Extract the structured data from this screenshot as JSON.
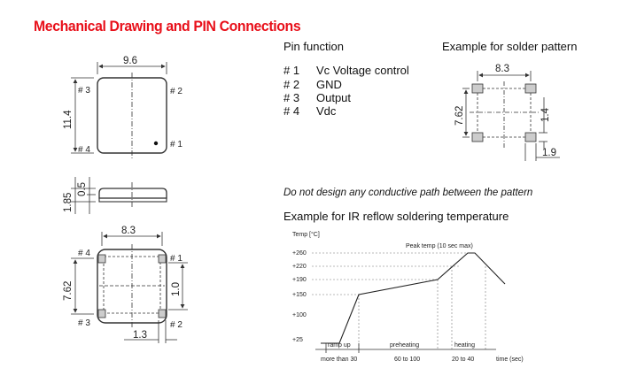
{
  "title": "Mechanical Drawing and PIN Connections",
  "pin_function": {
    "heading": "Pin function",
    "pins": [
      {
        "num": "# 1",
        "label": "Vc Voltage control"
      },
      {
        "num": "# 2",
        "label": "GND"
      },
      {
        "num": "# 3",
        "label": "Output"
      },
      {
        "num": "# 4",
        "label": "Vdc"
      }
    ]
  },
  "solder_pattern": {
    "heading": "Example for solder pattern",
    "width": "8.3",
    "height": "7.62",
    "pad_h": "1.4",
    "pad_w": "1.9"
  },
  "top_view": {
    "width": "9.6",
    "height": "11.4",
    "pins": {
      "tl": "# 3",
      "tr": "# 2",
      "bl": "# 4",
      "br": "# 1"
    }
  },
  "side_view": {
    "height": "1.85",
    "thickness": "0.5"
  },
  "bottom_view": {
    "width": "8.3",
    "height": "7.62",
    "pad_spacing": "1.0",
    "pad_width": "1.3",
    "pins": {
      "tl": "# 4",
      "tr": "# 1",
      "bl": "# 3",
      "br": "# 2"
    }
  },
  "note": "Do not design any conductive path between the pattern",
  "reflow": {
    "heading": "Example for IR reflow soldering temperature",
    "y_label": "Temp [°C]",
    "y_ticks": [
      "+260",
      "+220",
      "+190",
      "+150",
      "+100",
      "+25"
    ],
    "peak_label": "Peak temp (10 sec max)",
    "phases": [
      "ramp up",
      "preheating",
      "heating"
    ],
    "durations": [
      "more than 30",
      "60 to 100",
      "20 to 40"
    ],
    "x_label": "time (sec)"
  }
}
